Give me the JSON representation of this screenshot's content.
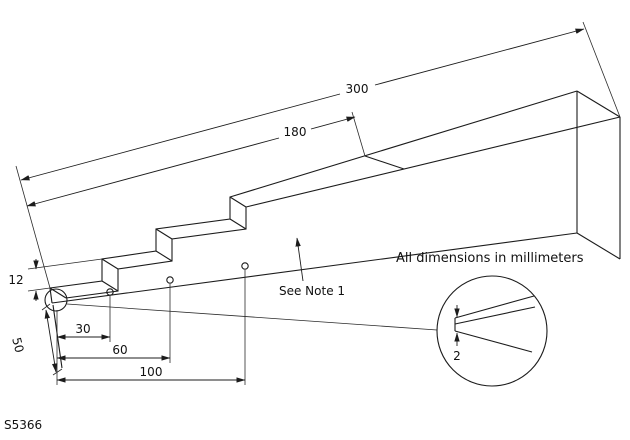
{
  "drawing": {
    "number": "S5366",
    "units_note": "All dimensions in millimeters",
    "note_reference": "See Note 1"
  },
  "dimensions": {
    "overall_length": "300",
    "taper_length": "180",
    "step_height": "12",
    "step_1": "30",
    "step_2": "60",
    "step_3": "100",
    "width": "50",
    "tip_thickness": "2"
  }
}
